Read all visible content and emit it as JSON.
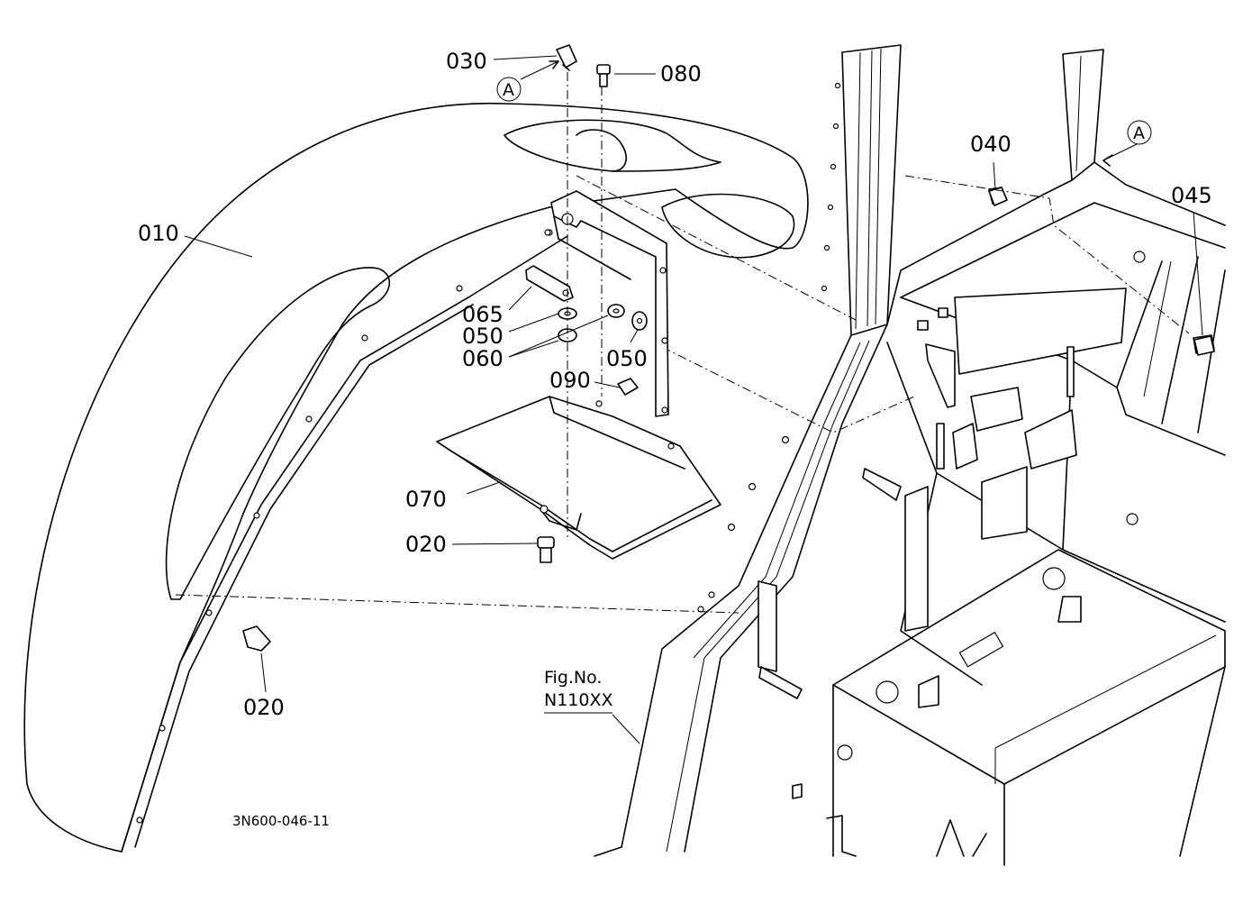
{
  "callouts": {
    "p010": "010",
    "p020_lower": "020",
    "p020_center": "020",
    "p030": "030",
    "p040": "040",
    "p045": "045",
    "p050_left": "050",
    "p050_right": "050",
    "p060": "060",
    "p065": "065",
    "p070": "070",
    "p080": "080",
    "p090": "090"
  },
  "markers": {
    "a_left": "A",
    "a_right": "A"
  },
  "figure_ref": {
    "label": "Fig.No.",
    "number": "N110XX"
  },
  "drawing_number": "3N600-046-11"
}
